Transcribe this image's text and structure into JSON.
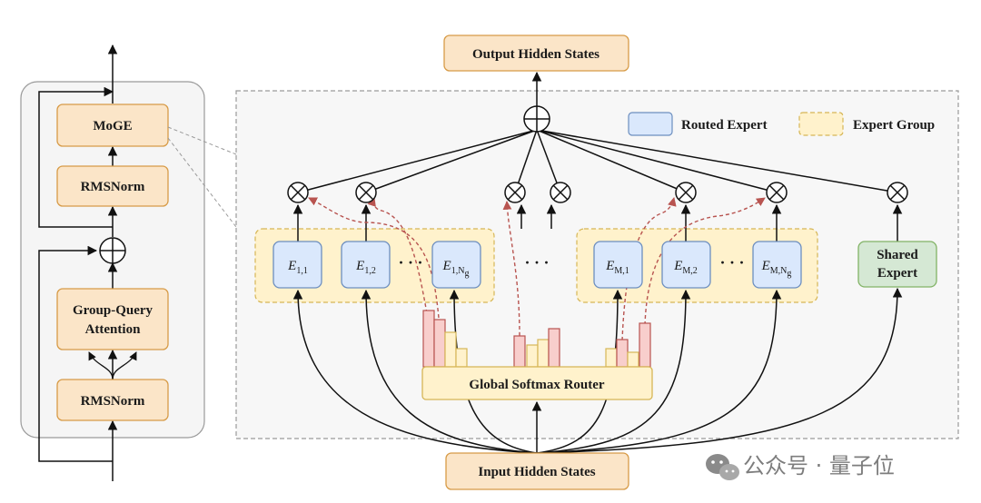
{
  "block": {
    "moge": "MoGE",
    "rmsnorm_top": "RMSNorm",
    "gqa_line1": "Group-Query",
    "gqa_line2": "Attention",
    "rmsnorm_bottom": "RMSNorm"
  },
  "io": {
    "output": "Output Hidden States",
    "input": "Input Hidden States"
  },
  "legend": {
    "routed": "Routed Expert",
    "group": "Expert Group"
  },
  "experts": {
    "e11": {
      "base": "E",
      "sub": "1,1"
    },
    "e12": {
      "base": "E",
      "sub": "1,2"
    },
    "e1n": {
      "base": "E",
      "sub": "1,N",
      "subsub": "g"
    },
    "em1": {
      "base": "E",
      "sub": "M,1"
    },
    "em2": {
      "base": "E",
      "sub": "M,2"
    },
    "emn": {
      "base": "E",
      "sub": "M,N",
      "subsub": "g"
    }
  },
  "shared": {
    "line1": "Shared",
    "line2": "Expert"
  },
  "router": "Global Softmax Router",
  "ellipsis": "· · ·",
  "watermark": "公众号 · 量子位",
  "colors": {
    "io_fill": "#fbe5c8",
    "io_stroke": "#d79b47",
    "expert_fill": "#dae8fc",
    "expert_stroke": "#6c8ebf",
    "group_fill": "#fff2cc",
    "group_stroke": "#d6b656",
    "shared_fill": "#d5e8d4",
    "shared_stroke": "#82b366",
    "bar_red_fill": "#f8cecc",
    "bar_red_stroke": "#b85450",
    "dashed_arrow": "#b85450"
  }
}
